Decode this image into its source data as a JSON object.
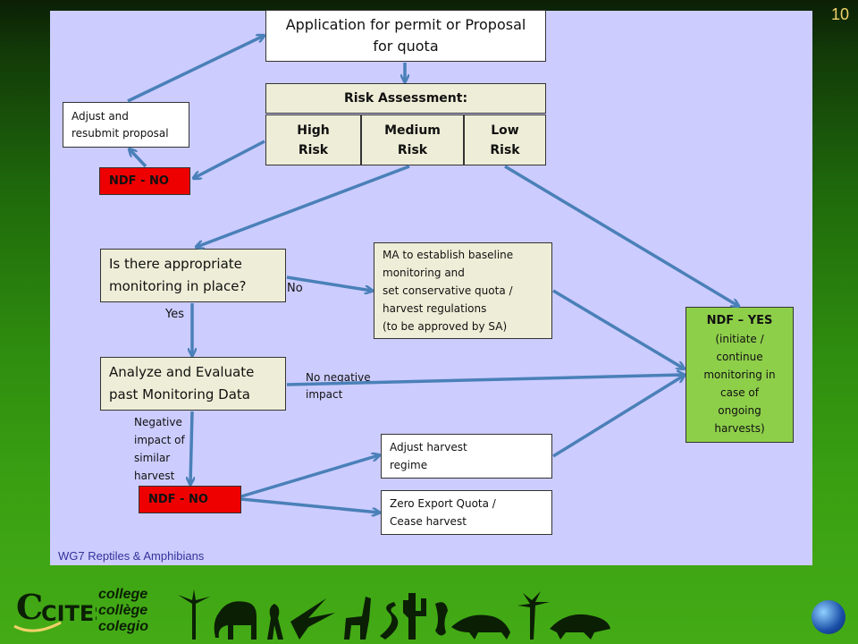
{
  "slide": {
    "number": "10",
    "footer": "WG7 Reptiles & Amphibians"
  },
  "branding": {
    "logo": "CITES",
    "college_lines": [
      "college",
      "collège",
      "colegio"
    ]
  },
  "diagram": {
    "application": "Application for permit or Proposal for quota",
    "risk_header": "Risk Assessment:",
    "risk_high": [
      "High",
      "Risk"
    ],
    "risk_medium": [
      "Medium",
      "Risk"
    ],
    "risk_low": [
      "Low",
      "Risk"
    ],
    "adjust_resubmit": [
      "Adjust and",
      "resubmit proposal"
    ],
    "ndf_no_top": "NDF - NO",
    "monitoring_question": [
      "Is there appropriate",
      "monitoring in place?"
    ],
    "label_no": "No",
    "label_yes": "Yes",
    "ma_baseline": [
      "MA to establish baseline",
      "monitoring and",
      "set conservative quota /",
      "harvest regulations",
      "(to be approved by SA)"
    ],
    "analyze": [
      "Analyze and Evaluate",
      "past Monitoring Data"
    ],
    "no_negative_impact": [
      "No negative",
      "impact"
    ],
    "negative_impact": [
      "Negative",
      "impact of",
      "similar",
      "harvest"
    ],
    "ndf_no_bottom": "NDF  - NO",
    "adjust_harvest": [
      "Adjust harvest",
      "regime"
    ],
    "zero_export": [
      "Zero Export Quota /",
      "Cease harvest"
    ],
    "ndf_yes_title": "NDF – YES",
    "ndf_yes_body": [
      "(initiate /",
      "continue",
      "monitoring in",
      "case of",
      "ongoing",
      "harvests)"
    ]
  },
  "colors": {
    "panel": "#ccccff",
    "box_fill": "#eeeed8",
    "ndf_no": "#ee0000",
    "ndf_yes": "#8ecf4a",
    "arrow": "#4a80b8"
  }
}
